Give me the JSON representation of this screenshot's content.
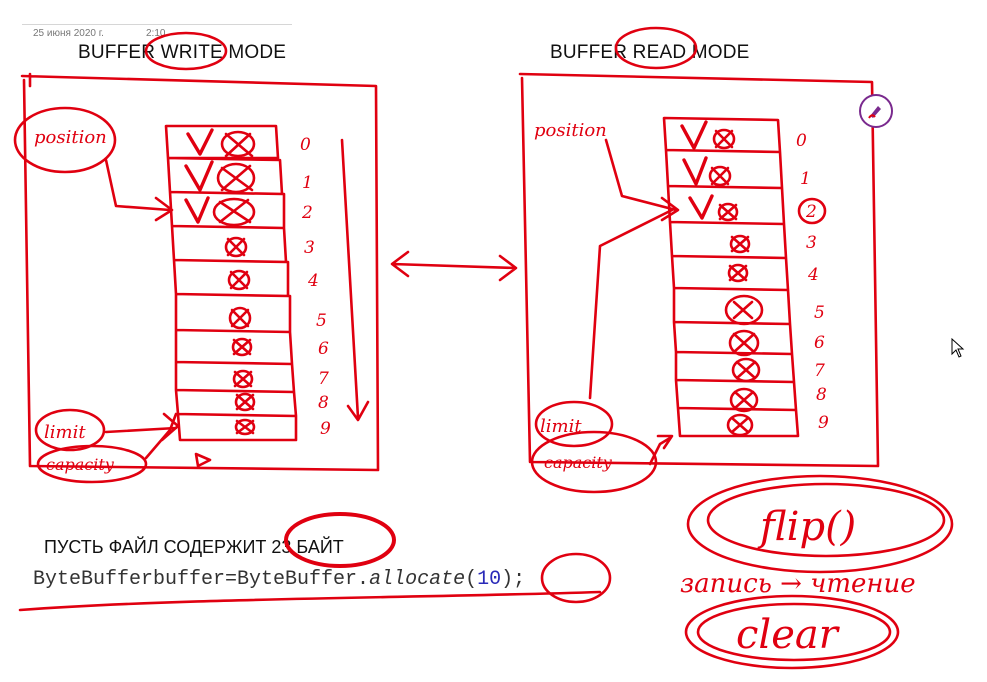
{
  "header": {
    "date": "25 июня 2020 г.",
    "time": "2:10"
  },
  "write_panel": {
    "title": "BUFFER WRITE MODE",
    "position_label": "position",
    "limit_label": "limit",
    "capacity_label": "capacity",
    "indices": [
      "0",
      "1",
      "2",
      "3",
      "4",
      "5",
      "6",
      "7",
      "8",
      "9"
    ]
  },
  "read_panel": {
    "title": "BUFFER READ MODE",
    "position_label": "position",
    "limit_label": "limit",
    "capacity_label": "capacity",
    "indices": [
      "0",
      "1",
      "2",
      "3",
      "4",
      "5",
      "6",
      "7",
      "8",
      "9"
    ]
  },
  "statement": "ПУСТЬ ФАЙЛ СОДЕРЖИТ 23 БАЙТ",
  "code": {
    "prefix": "ByteBufferbuffer=ByteBuffer.",
    "method": "allocate",
    "open": "(",
    "arg": "10",
    "close": ");"
  },
  "notes": {
    "flip": "flip()",
    "write_to_read": "запись → чтение",
    "clear": "clear"
  },
  "colors": {
    "ink": "#e00010",
    "pen_button": "#7a2a8e"
  },
  "icons": [
    "pen-tool-icon",
    "mouse-cursor-icon"
  ]
}
